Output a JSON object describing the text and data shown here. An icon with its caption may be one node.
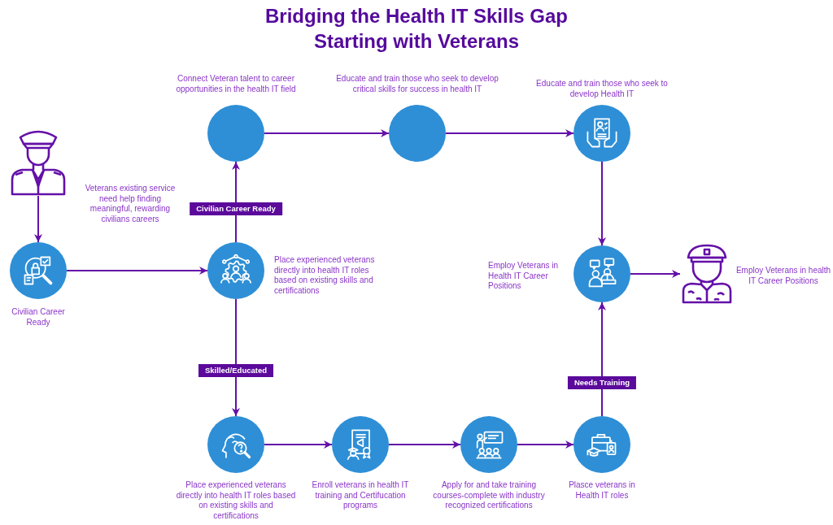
{
  "diagram": {
    "title": "Bridging the Health IT Skills Gap Starting with Veterans",
    "nodes": [
      {
        "text": [],
        "shape": "person"
      },
      {
        "text": [],
        "shape": "circle",
        "beside": [
          "Civilian Career Ready"
        ]
      },
      {
        "text": [],
        "shape": "circle",
        "beside": [
          "Place experienced veterans directly into health IT roles based on existing skills and certifications"
        ]
      },
      {
        "text": [],
        "shape": "circle",
        "beside": [
          "Connect Veteran talent to career opportunities in the health IT field"
        ]
      },
      {
        "text": [],
        "shape": "circle",
        "beside": [
          "Educate and train those who seek to develop critical skills for success in health IT"
        ]
      },
      {
        "text": [],
        "shape": "circle",
        "beside": [
          "Educate and train those who seek to develop Health IT"
        ]
      },
      {
        "text": [],
        "shape": "circle",
        "beside": [
          "Employ Veterans in Health IT Career Positions"
        ]
      },
      {
        "text": [],
        "shape": "person",
        "beside": [
          "Employ Veterans in health IT Career Positions"
        ]
      },
      {
        "text": [],
        "shape": "circle",
        "beside": [
          "Place experienced veterans directly into health IT roles based on existing skills and certifications"
        ]
      },
      {
        "text": [],
        "shape": "circle",
        "beside": [
          "Enroll veterans in health IT training and Certifucation programs"
        ]
      },
      {
        "text": [],
        "shape": "circle",
        "beside": [
          "Apply for and take training courses-complete with industry recognized certifications"
        ]
      },
      {
        "text": [],
        "shape": "circle",
        "beside": [
          "Plasce veterans in Health IT roles"
        ]
      }
    ],
    "edges": [
      {
        "from": 0,
        "to": 1,
        "arrow": "to"
      },
      {
        "from": 1,
        "to": 2,
        "arrow": "to"
      },
      {
        "from": 2,
        "to": 3,
        "arrow": "to",
        "label": "Civilian Career Ready"
      },
      {
        "from": 3,
        "to": 4,
        "arrow": "to"
      },
      {
        "from": 4,
        "to": 5,
        "arrow": "to"
      },
      {
        "from": 5,
        "to": 6,
        "arrow": "to"
      },
      {
        "from": 6,
        "to": 7,
        "arrow": "to"
      },
      {
        "from": 2,
        "to": 8,
        "arrow": "to",
        "label": "Skilled/Educated"
      },
      {
        "from": 8,
        "to": 9,
        "arrow": "to"
      },
      {
        "from": 9,
        "to": 10,
        "arrow": "to"
      },
      {
        "from": 10,
        "to": 11,
        "arrow": "to"
      },
      {
        "from": 11,
        "to": 6,
        "arrow": "to",
        "label": "Needs Training"
      }
    ],
    "labels": [
      "Veterans existing service need help finding meaningful, rewarding civilians careers"
    ]
  }
}
